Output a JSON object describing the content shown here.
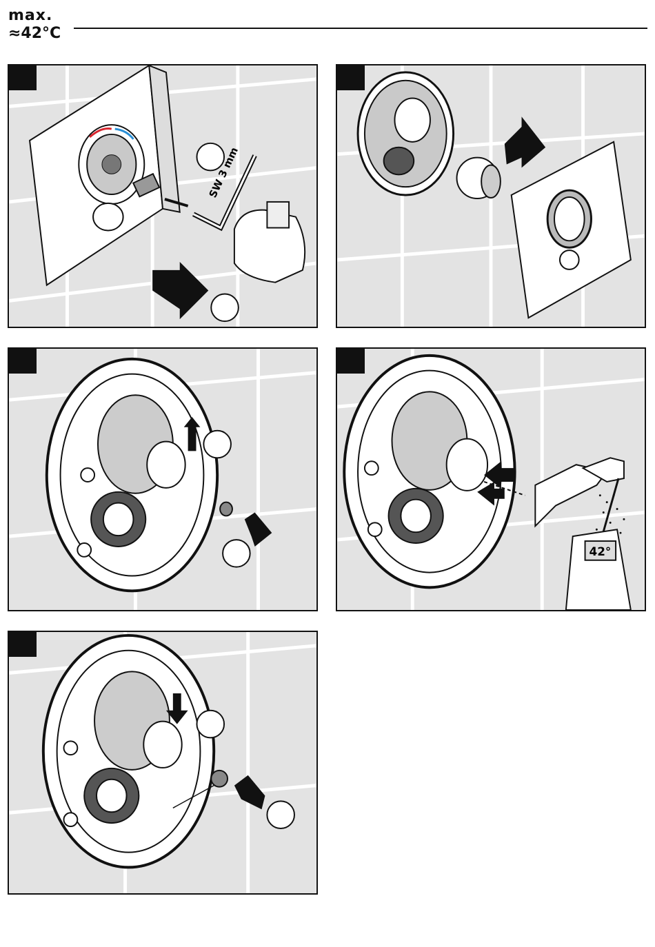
{
  "header": {
    "title": "max.",
    "temperature": "≈42°C"
  },
  "steps": [
    {
      "tool_label": "SW 3 mm"
    },
    {},
    {},
    {
      "display_value": "42°"
    },
    {}
  ],
  "colors": {
    "tile": "#e3e3e3",
    "grout": "#ffffff",
    "ink": "#111111",
    "hot": "#d8262e",
    "cold": "#2a8fd6"
  },
  "icons": [
    "shower-head-icon",
    "arrow-icon",
    "hand-icon",
    "thermometer-icon"
  ]
}
